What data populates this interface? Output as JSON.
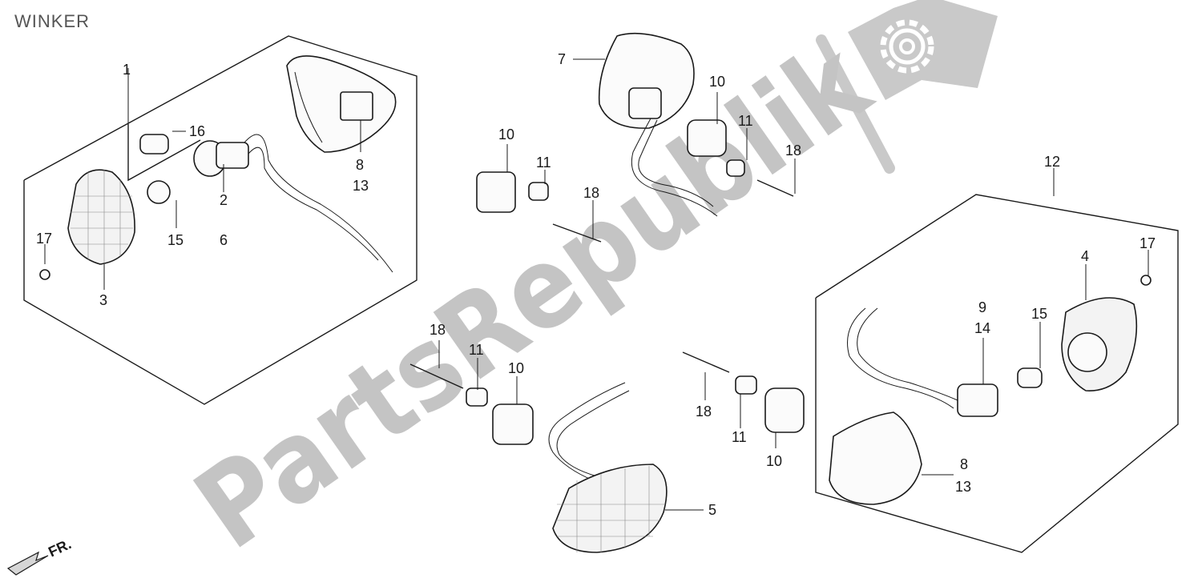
{
  "title": "WINKER",
  "direction_label": "FR.",
  "watermark": {
    "text": "PartsRepublik",
    "color": "#c4c4c4"
  },
  "callouts": {
    "c1": "1",
    "c16": "16",
    "c8a": "8",
    "c13a": "13",
    "c2": "2",
    "c6": "6",
    "c15a": "15",
    "c17a": "17",
    "c3": "3",
    "c7": "7",
    "c10a": "10",
    "c10b": "10",
    "c11a": "11",
    "c11b": "11",
    "c18a": "18",
    "c18b": "18",
    "c12": "12",
    "c17b": "17",
    "c4": "4",
    "c9": "9",
    "c14": "14",
    "c15b": "15",
    "c18c": "18",
    "c11c": "11",
    "c10c": "10",
    "c18d": "18",
    "c11d": "11",
    "c10d": "10",
    "c5": "5",
    "c8b": "8",
    "c13b": "13"
  },
  "icons": [
    "gear-icon",
    "arrow-front-icon"
  ]
}
